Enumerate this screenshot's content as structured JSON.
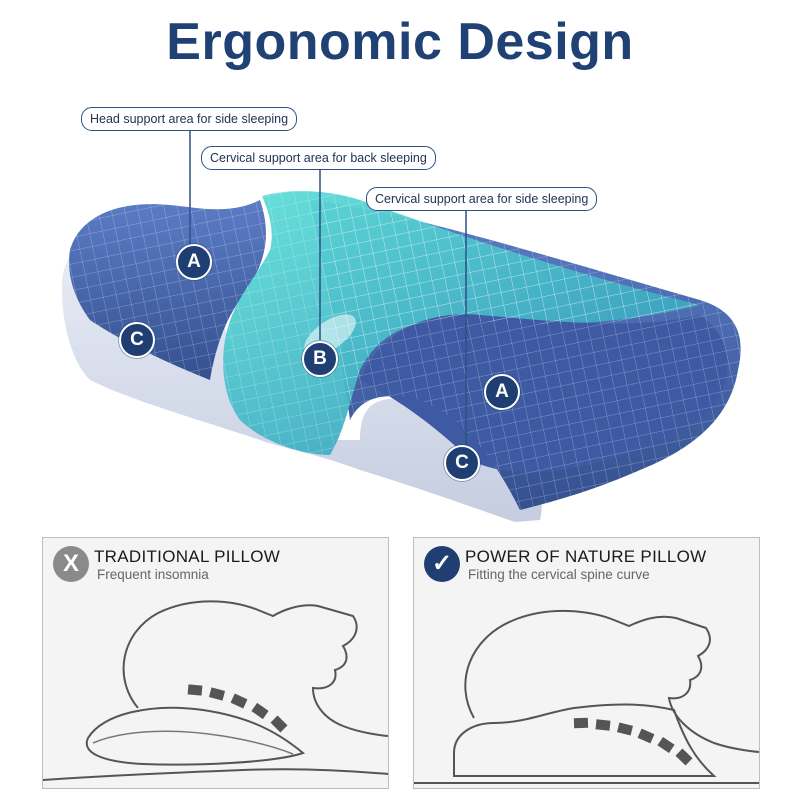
{
  "title": "Ergonomic Design",
  "callouts": {
    "a": "Head support area for side sleeping",
    "b": "Cervical support area for back sleeping",
    "c": "Cervical support area for side sleeping"
  },
  "badges": {
    "a": "A",
    "b": "B",
    "c": "C"
  },
  "comparison": {
    "traditional": {
      "icon": "x-icon",
      "icon_glyph": "X",
      "title": "TRADITIONAL PILLOW",
      "subtitle": "Frequent insomnia"
    },
    "nature": {
      "icon": "check-icon",
      "icon_glyph": "✓",
      "title": "POWER OF NATURE PILLOW",
      "subtitle": "Fitting the cervical spine curve"
    }
  },
  "colors": {
    "title": "#1f4173",
    "badge": "#1f3f72",
    "pillow_side": "#3f5fa8",
    "pillow_center": "#55c4d0",
    "x_icon": "#8a8a8a",
    "check_icon": "#1f3f72"
  }
}
